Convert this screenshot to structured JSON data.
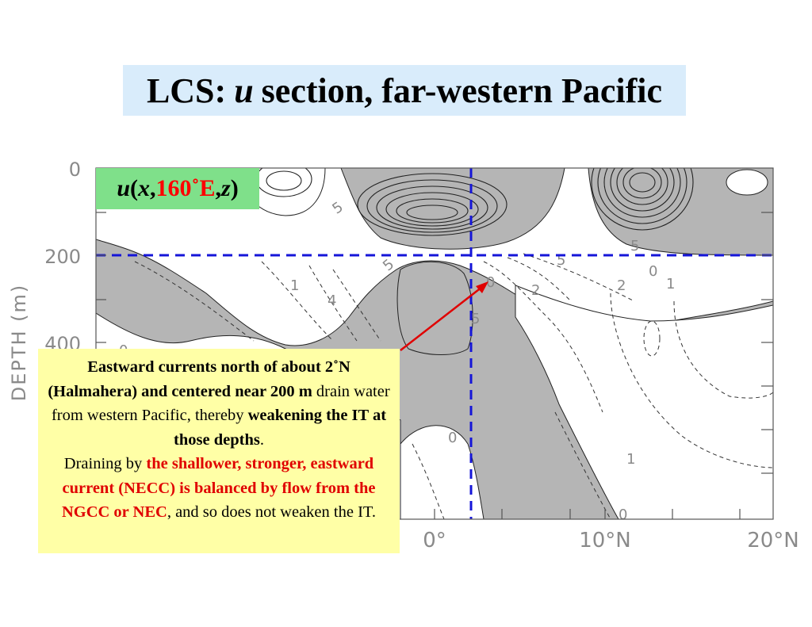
{
  "title": {
    "prefix": "LCS:",
    "variable": "u",
    "suffix": "section, far-western Pacific"
  },
  "section_label": {
    "var": "u",
    "open": "(",
    "x": "x",
    "comma1": ",",
    "lon": "160˚E",
    "comma2": ",",
    "z": "z",
    "close": ")"
  },
  "y_axis": {
    "title": "DEPTH (m)",
    "ticks": [
      "0",
      "200",
      "400"
    ]
  },
  "x_axis": {
    "ticks": [
      "0°",
      "10°N",
      "20°N"
    ]
  },
  "contour_labels": [
    "5",
    "5",
    "5",
    "5",
    "0",
    "2",
    "2",
    "0",
    "1",
    "1",
    "4",
    "5",
    "0",
    "0",
    "1",
    "0",
    "0"
  ],
  "note": {
    "p1_bold": "Eastward currents north of about 2˚N (Halmahera) and centered near 200 m",
    "p1_normal": " drain water from western Pacific, thereby ",
    "p1_bold2": "weakening the IT at those depths",
    "p1_end": ".",
    "p2_start": "Draining by ",
    "p2_red": "the shallower, stronger, eastward current  (NECC) is balanced by flow from the NGCC or NEC",
    "p2_end": ", and so does not weaken the IT."
  },
  "colors": {
    "title_bg": "#d9ecfb",
    "label_bg": "#7fe08a",
    "note_bg": "#ffffa6",
    "shading": "#b5b5b5",
    "guide_lines": "#1515d8",
    "arrow": "#e00000"
  }
}
